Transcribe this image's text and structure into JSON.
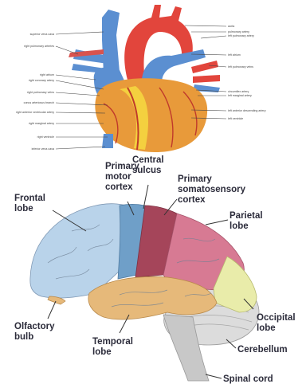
{
  "heart": {
    "labels_left": [
      "superior vena cava",
      "right pulmonary arteries",
      "right atrium",
      "right coronary artery",
      "right pulmonary veins",
      "conus arteriosus branch",
      "right anterior ventricular artery",
      "right marginal artery",
      "right ventricle",
      "inferior vena cava"
    ],
    "labels_right": [
      "aorta",
      "pulmonary artery",
      "left pulmonary artery",
      "left atrium",
      "left pulmonary veins",
      "circumflex artery",
      "left marginal artery",
      "left anterior descending artery",
      "left ventricle"
    ],
    "colors": {
      "aorta": "#e2453c",
      "veins": "#5b8fd1",
      "muscle": "#e89a3a",
      "fat": "#f4d03f",
      "artery": "#c0392b"
    }
  },
  "brain": {
    "labels": {
      "central_sulcus": "Central sulcus",
      "primary_motor_cortex": "Primary motor cortex",
      "primary_somatosensory_cortex": "Primary somatosensory cortex",
      "frontal_lobe": "Frontal lobe",
      "parietal_lobe": "Parietal lobe",
      "occipital_lobe": "Occipital lobe",
      "olfactory_bulb": "Olfactory bulb",
      "temporal_lobe": "Temporal lobe",
      "cerebellum": "Cerebellum",
      "spinal_cord": "Spinal cord"
    },
    "colors": {
      "frontal": "#b9d3ea",
      "motor": "#6f9fc8",
      "somatosensory": "#a5455a",
      "parietal": "#d77a93",
      "occipital": "#e9ecaa",
      "temporal": "#e6b97a",
      "cerebellum": "#dcdcdc",
      "brainstem": "#c8c8c8"
    }
  }
}
